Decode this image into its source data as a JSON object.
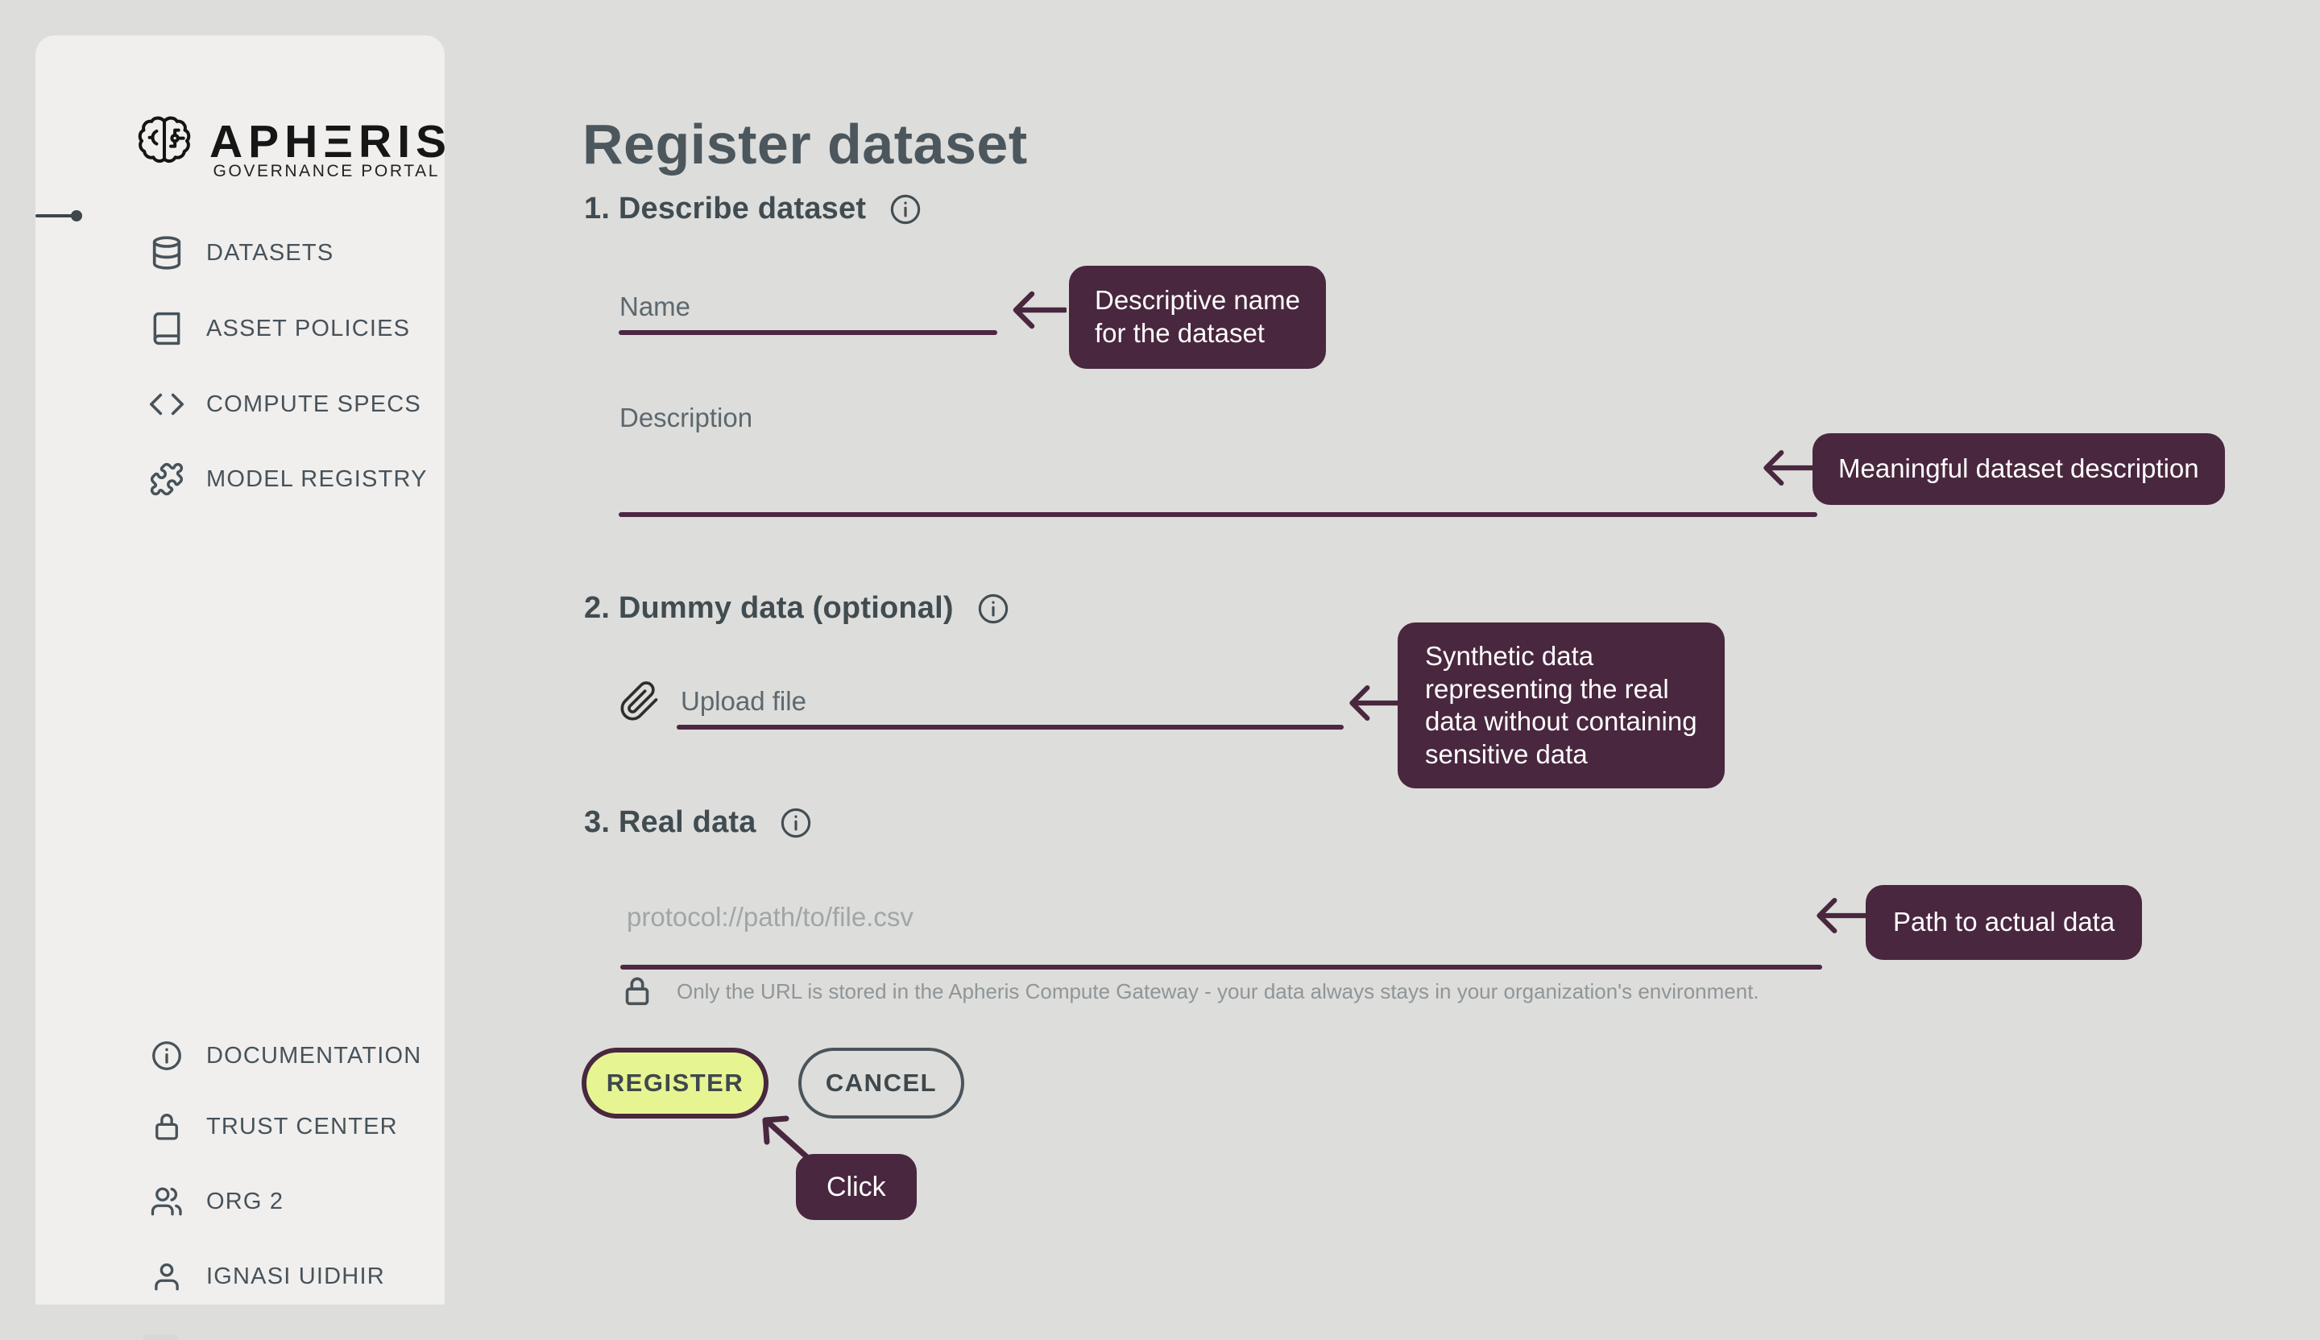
{
  "window": {
    "title": "Register dataset"
  },
  "colors": {
    "background": "#dddddb",
    "sidebar": "#f0efed",
    "accent_maroon": "#49273e",
    "register_button_fill": "#e7f492",
    "slate_text": "#47525a",
    "muted_label": "#5d686e",
    "placeholder_gray": "#9fa6a8",
    "note_gray": "#8f9698"
  },
  "brand": {
    "name": "APHERIS",
    "logo_text": "APHΞRIS",
    "tagline": "GOVERNANCE PORTAL",
    "logo_icon": "brain-icon"
  },
  "sidebar": {
    "nav": [
      {
        "label": "DATASETS",
        "icon": "database-icon",
        "active": true
      },
      {
        "label": "ASSET POLICIES",
        "icon": "book-icon",
        "active": false
      },
      {
        "label": "COMPUTE SPECS",
        "icon": "code-icon",
        "active": false
      },
      {
        "label": "MODEL REGISTRY",
        "icon": "puzzle-icon",
        "active": false
      }
    ],
    "footer": [
      {
        "label": "DOCUMENTATION",
        "icon": "info-icon"
      },
      {
        "label": "TRUST CENTER",
        "icon": "lock-icon"
      },
      {
        "label": "ORG 2",
        "icon": "users-icon"
      },
      {
        "label": "IGNASI UIDHIR",
        "icon": "user-icon"
      }
    ]
  },
  "main": {
    "page_title": "Register dataset",
    "sections": [
      {
        "heading": "1. Describe dataset"
      },
      {
        "heading": "2. Dummy data (optional)"
      },
      {
        "heading": "3. Real data"
      }
    ],
    "fields": {
      "name": {
        "label": "Name",
        "value": ""
      },
      "description": {
        "label": "Description",
        "value": ""
      },
      "dummy_upload": {
        "label": "Upload file",
        "icon": "paperclip-icon",
        "value": ""
      },
      "real_data": {
        "placeholder": "protocol://path/to/file.csv",
        "value": ""
      }
    },
    "security_note": "Only the URL is stored in the Apheris Compute Gateway - your data always stays in your organization's environment.",
    "buttons": {
      "register": "REGISTER",
      "cancel": "CANCEL"
    }
  },
  "annotations": {
    "name_tooltip": "Descriptive name\nfor the dataset",
    "description_tooltip": "Meaningful dataset description",
    "dummy_tooltip": "Synthetic data\nrepresenting the real\ndata without containing\nsensitive data",
    "real_tooltip": "Path to actual data",
    "click_tooltip": "Click"
  }
}
